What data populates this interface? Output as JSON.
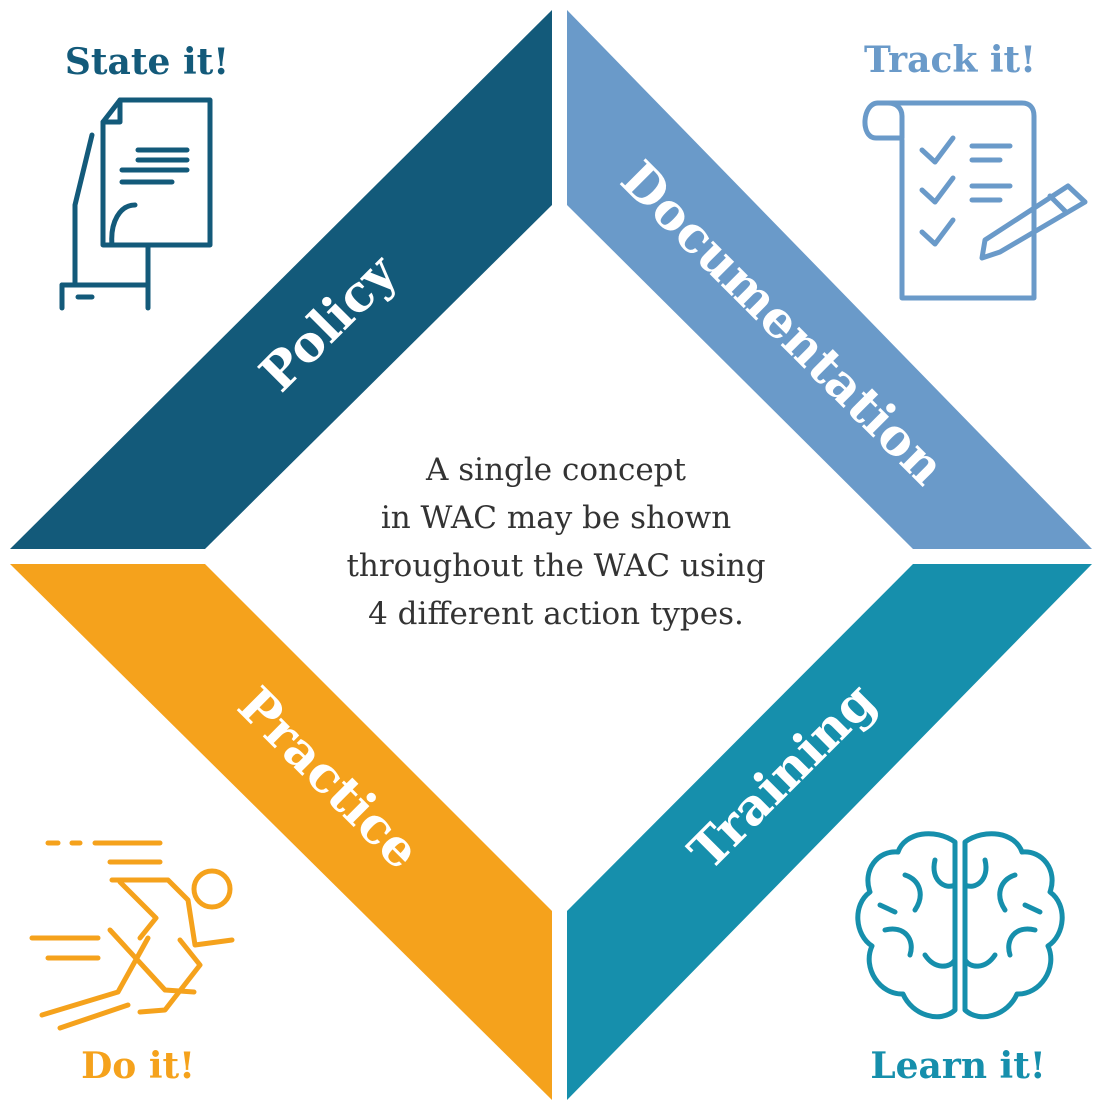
{
  "colors": {
    "policy": "#135a7a",
    "documentation": "#6a9ac9",
    "practice": "#f5a21c",
    "training": "#168fac",
    "center_text": "#333333"
  },
  "quadrants": {
    "policy": {
      "label": "Policy",
      "caption": "State it!",
      "icon": "document-in-hand-icon"
    },
    "documentation": {
      "label": "Documentation",
      "caption": "Track it!",
      "icon": "checklist-scroll-icon"
    },
    "practice": {
      "label": "Practice",
      "caption": "Do it!",
      "icon": "running-person-icon"
    },
    "training": {
      "label": "Training",
      "caption": "Learn it!",
      "icon": "brain-icon"
    }
  },
  "center": {
    "lines": [
      "A single concept",
      "in WAC may be shown",
      "throughout the WAC using",
      "4 different action types."
    ]
  }
}
